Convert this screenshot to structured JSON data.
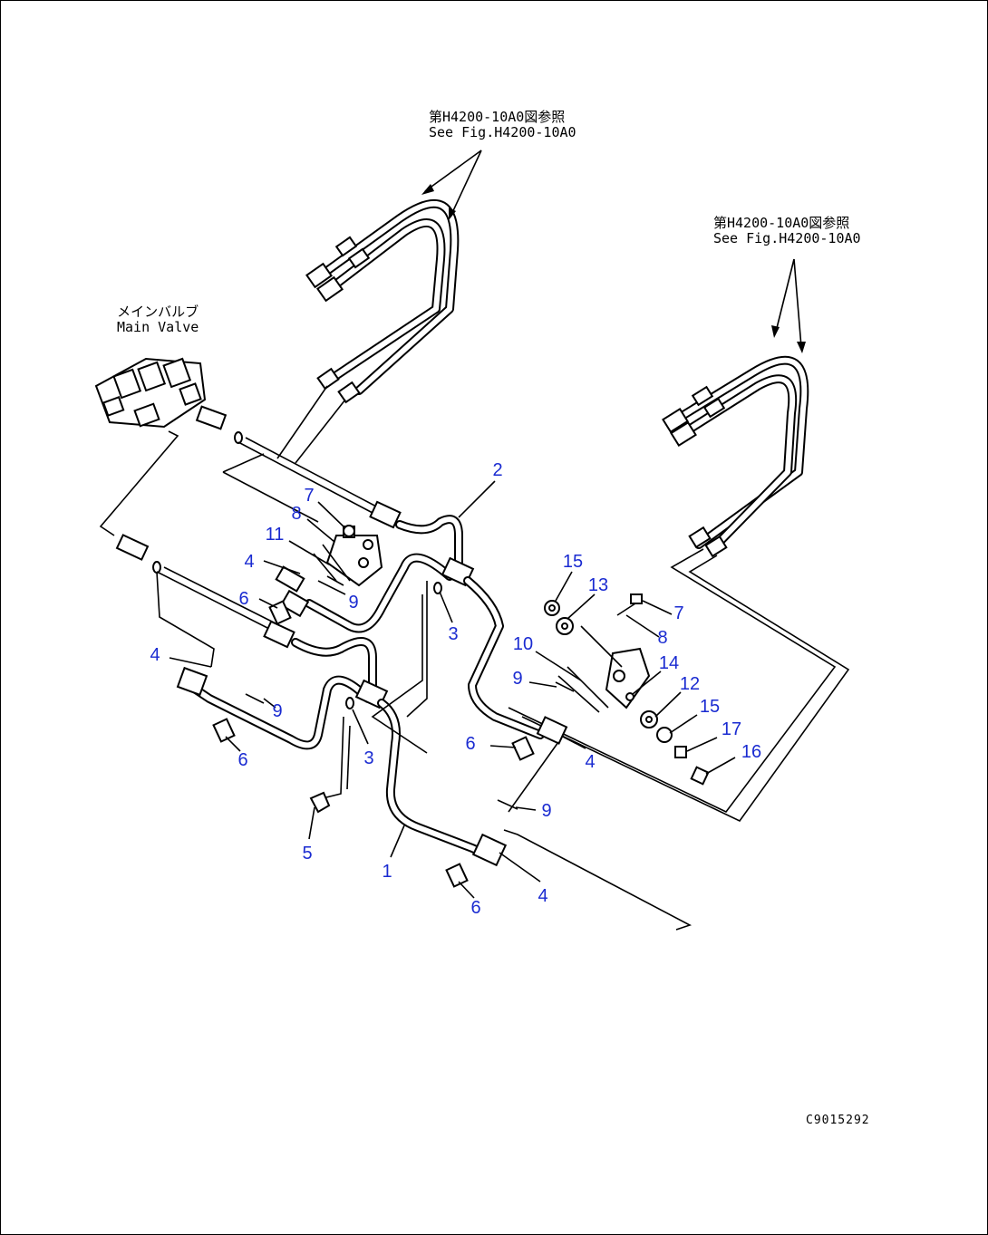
{
  "diagram": {
    "ref_top": {
      "jp": "第H4200-10A0図参照",
      "en": "See Fig.H4200-10A0"
    },
    "ref_right": {
      "jp": "第H4200-10A0図参照",
      "en": "See Fig.H4200-10A0"
    },
    "main_valve": {
      "jp": "メインバルブ",
      "en": "Main Valve"
    },
    "figure_code": "C9015292",
    "callouts": [
      {
        "id": "c2",
        "text": "2"
      },
      {
        "id": "c7a",
        "text": "7"
      },
      {
        "id": "c8a",
        "text": "8"
      },
      {
        "id": "c11",
        "text": "11"
      },
      {
        "id": "c4a",
        "text": "4"
      },
      {
        "id": "c9a",
        "text": "9"
      },
      {
        "id": "c6a",
        "text": "6"
      },
      {
        "id": "c3a",
        "text": "3"
      },
      {
        "id": "c4b",
        "text": "4"
      },
      {
        "id": "c9b",
        "text": "9"
      },
      {
        "id": "c6b",
        "text": "6"
      },
      {
        "id": "c3b",
        "text": "3"
      },
      {
        "id": "c5",
        "text": "5"
      },
      {
        "id": "c1",
        "text": "1"
      },
      {
        "id": "c6c",
        "text": "6"
      },
      {
        "id": "c4c",
        "text": "4"
      },
      {
        "id": "c9c",
        "text": "9"
      },
      {
        "id": "c6d",
        "text": "6"
      },
      {
        "id": "c4d",
        "text": "4"
      },
      {
        "id": "c15a",
        "text": "15"
      },
      {
        "id": "c13",
        "text": "13"
      },
      {
        "id": "c7b",
        "text": "7"
      },
      {
        "id": "c8b",
        "text": "8"
      },
      {
        "id": "c10",
        "text": "10"
      },
      {
        "id": "c9d",
        "text": "9"
      },
      {
        "id": "c14",
        "text": "14"
      },
      {
        "id": "c12",
        "text": "12"
      },
      {
        "id": "c15b",
        "text": "15"
      },
      {
        "id": "c17",
        "text": "17"
      },
      {
        "id": "c16",
        "text": "16"
      }
    ]
  }
}
